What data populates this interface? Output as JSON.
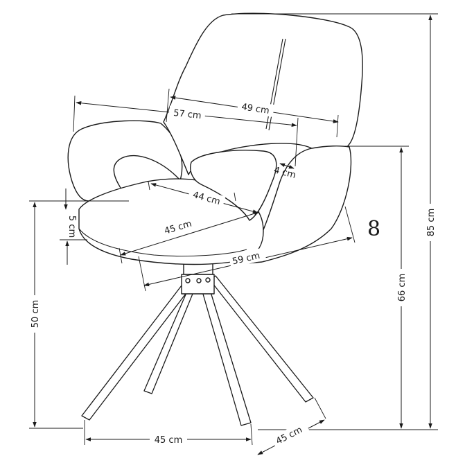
{
  "drawing": {
    "dimensions": {
      "total_height": "85 cm",
      "armrest_height": "66 cm",
      "seat_height": "50 cm",
      "seat_thickness": "5 cm",
      "outer_width": "57 cm",
      "back_width": "49 cm",
      "armrest_width": "4 cm",
      "seat_width": "44 cm",
      "seat_depth": "45 cm",
      "total_depth": "59 cm",
      "base_width": "45 cm",
      "base_depth": "45 cm"
    },
    "model_number": "8"
  }
}
